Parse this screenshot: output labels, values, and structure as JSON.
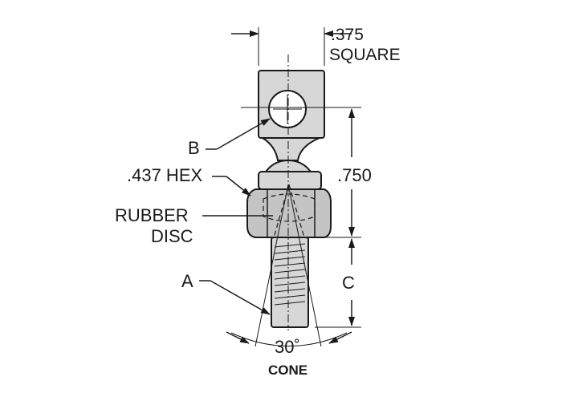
{
  "labels": {
    "square_size": ".375",
    "square_word": "SQUARE",
    "b": "B",
    "hex": ".437 HEX",
    "height": ".750",
    "rubber": "RUBBER",
    "disc": "DISC",
    "a": "A",
    "c": "C",
    "angle": "30˚",
    "cone": "CONE"
  }
}
